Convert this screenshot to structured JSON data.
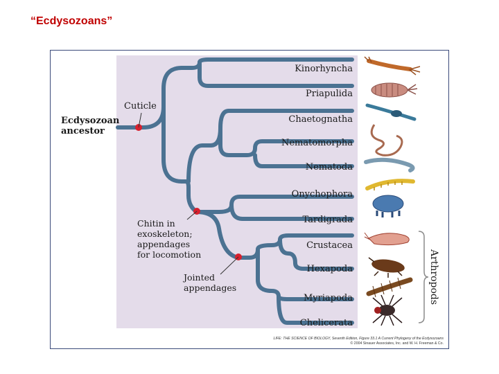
{
  "slide_title": "“Ecdysozoans”",
  "root": {
    "line1": "Ecdysozoan",
    "line2": "ancestor"
  },
  "taxa": [
    "Kinorhyncha",
    "Priapulida",
    "Chaetognatha",
    "Nematomorpha",
    "Nematoda",
    "Onychophora",
    "Tardigrada",
    "Crustacea",
    "Hexapoda",
    "Myriapoda",
    "Chelicerata"
  ],
  "traits": {
    "cuticle": "Cuticle",
    "chitin": [
      "Chitin in",
      "exoskeleton;",
      "appendages",
      "for locomotion"
    ],
    "jointed": [
      "Jointed",
      "appendages"
    ]
  },
  "group_label": "Arthropods",
  "credit": {
    "line1": "LIFE: THE SCIENCE OF BIOLOGY, Seventh Edition, Figure 33.1 A Current Phylogeny of the Ecdysozoans",
    "line2": "© 2004 Sinauer Associates, Inc. and W. H. Freeman & Co."
  },
  "colors": {
    "panel_bg": "#e4dcea",
    "branch": "#4b7292",
    "node": "#d8202e",
    "title": "#c00000",
    "bracket": "#8a8a8a"
  }
}
